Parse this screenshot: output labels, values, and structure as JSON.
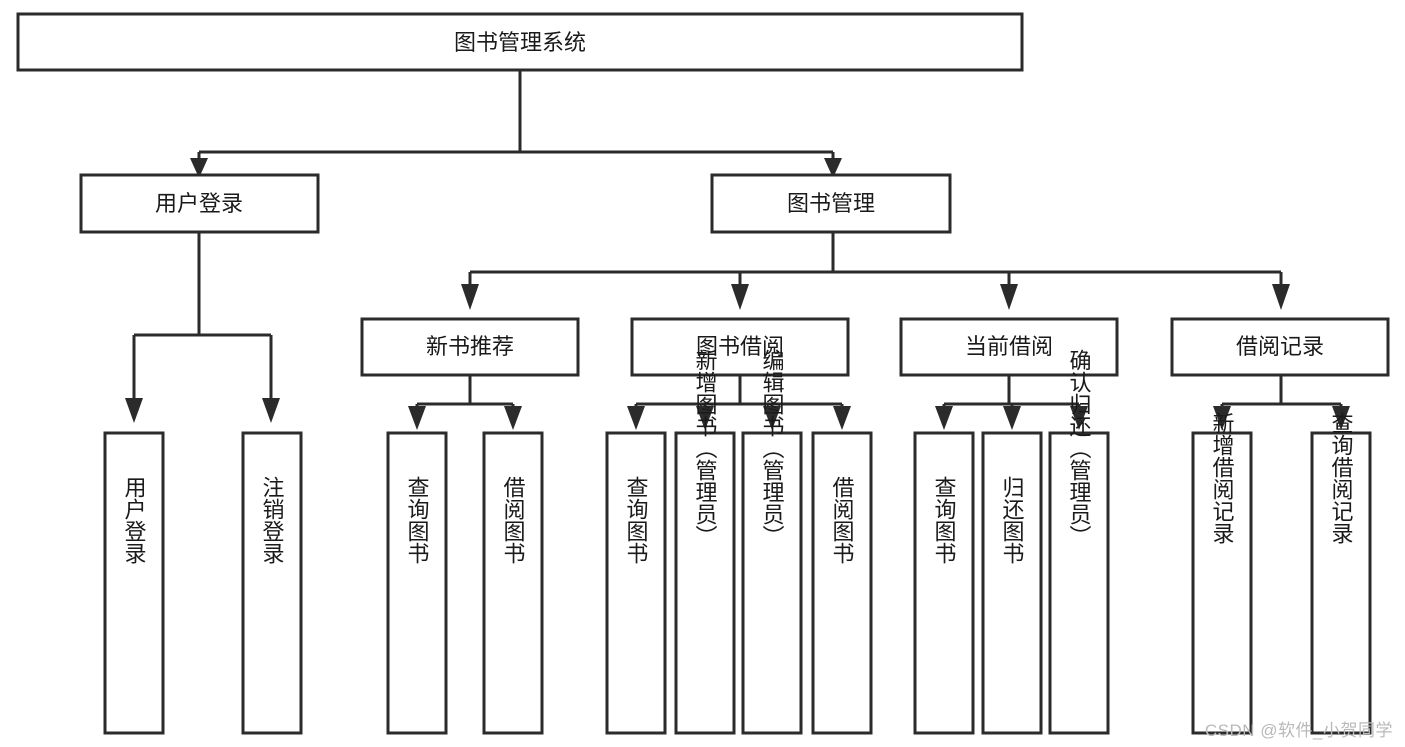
{
  "diagram": {
    "title": "图书管理系统",
    "watermark": "CSDN @软件_小贺同学",
    "accent_color": "#2b2b2b",
    "box_fill": "#ffffff",
    "text_color": "#1a1a1a",
    "nodes": {
      "root": {
        "label": "图书管理系统"
      },
      "level2": [
        {
          "label": "用户登录"
        },
        {
          "label": "图书管理"
        }
      ],
      "level3": [
        {
          "label": "新书推荐"
        },
        {
          "label": "图书借阅"
        },
        {
          "label": "当前借阅"
        },
        {
          "label": "借阅记录"
        }
      ],
      "leaves": {
        "user_login": [
          {
            "label": "用户登录"
          },
          {
            "label": "注销登录"
          }
        ],
        "new_book_recommend": [
          {
            "label": "查询图书"
          },
          {
            "label": "借阅图书"
          }
        ],
        "book_borrow": [
          {
            "label": "查询图书"
          },
          {
            "label": "新增图书（管理员）"
          },
          {
            "label": "编辑图书（管理员）"
          },
          {
            "label": "借阅图书"
          }
        ],
        "current_borrow": [
          {
            "label": "查询图书"
          },
          {
            "label": "归还图书"
          },
          {
            "label": "确认归还（管理员）"
          }
        ],
        "borrow_record": [
          {
            "label": "新增借阅记录"
          },
          {
            "label": "查询借阅记录"
          }
        ]
      }
    }
  }
}
